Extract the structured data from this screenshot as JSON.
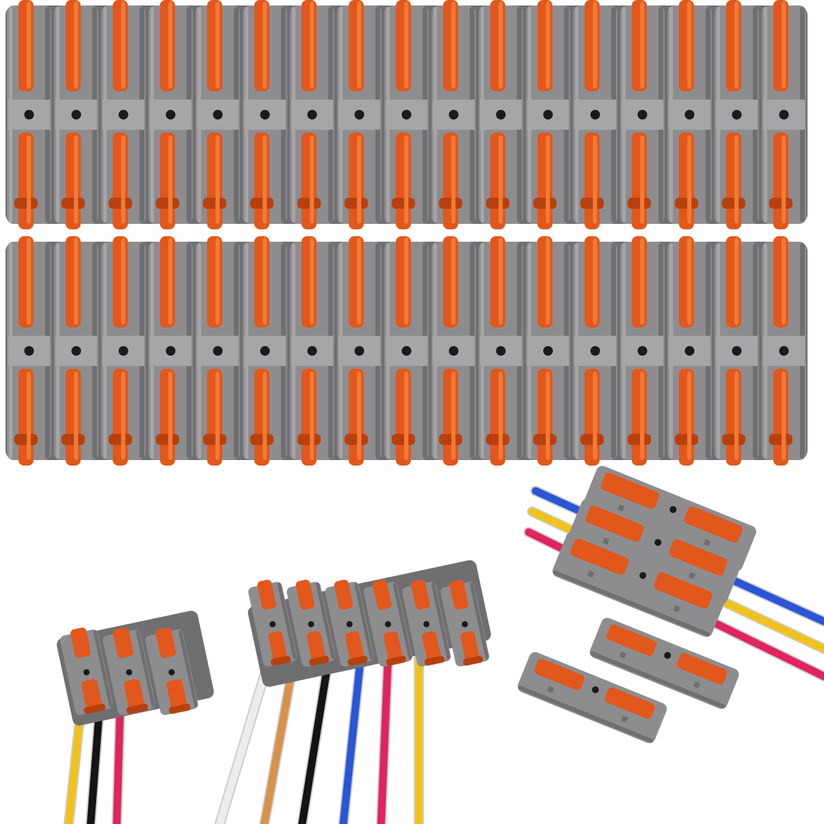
{
  "image": {
    "subject": "lever-nut-wire-connectors-product-photo",
    "background_color": "#ffffff",
    "colors": {
      "body_gray": "#8d8d90",
      "body_gray_light": "#a6a6a9",
      "body_gray_dark": "#6f6f72",
      "lever_orange": "#e2571b",
      "lever_orange_light": "#f27a35",
      "lever_orange_dark": "#b8400f",
      "hole_black": "#1b1b1b"
    },
    "wire_colors": {
      "yellow": "#f1c21b",
      "black": "#141414",
      "red": "#e0245e",
      "white": "#ececec",
      "orange": "#d8924a",
      "blue": "#2a56d6"
    }
  },
  "panels": [
    {
      "name": "connector-strip-top",
      "count": 17
    },
    {
      "name": "connector-strip-bottom",
      "count": 17
    }
  ],
  "groups": [
    {
      "name": "three-way-connector-group",
      "count": 3,
      "wires": [
        "yellow",
        "black",
        "red"
      ]
    },
    {
      "name": "six-way-connector-group",
      "count": 6,
      "wires": [
        "white",
        "orange",
        "black",
        "blue",
        "red",
        "yellow"
      ]
    },
    {
      "name": "stacked-inline-connectors",
      "count": 3,
      "wires": [
        "blue",
        "yellow",
        "red"
      ]
    },
    {
      "name": "loose-inline-connectors",
      "count": 2,
      "wires": []
    }
  ]
}
